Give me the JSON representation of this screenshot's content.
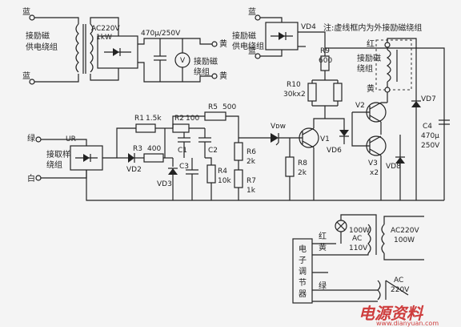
{
  "labels": {
    "blue": "蓝",
    "yellow": "黄",
    "red": "红",
    "green": "绿",
    "white": "白",
    "ac220v_1kw": "AC220V",
    "ac220v_1kw_b": "1kW",
    "supply_winding": "接励磁",
    "supply_winding_b": "供电绕组",
    "cap_470_250": "470μ/250V",
    "voltmeter": "V",
    "excitation_winding": "接励磁",
    "excitation_winding_b": "绕组",
    "supply_winding2": "接励磁",
    "supply_winding2_b": "供电绕组",
    "vd4": "VD4",
    "note": "注:虚线框内为外接励磁绕组",
    "ext_winding_red": "红",
    "ext_winding": "接励磁",
    "ext_winding_b": "绕组",
    "ext_winding_yellow": "黄",
    "r9": "R9",
    "r9_val": "600",
    "r10": "R10",
    "r10_val": "30kx2",
    "v2": "V2",
    "vd7": "VD7",
    "c4": "C4",
    "c4_val": "470μ",
    "c4_volt": "250V",
    "ur": "UR",
    "r1": "R1",
    "r1_val": "1.5k",
    "r2": "R2",
    "r2_val": "100",
    "r5": "R5",
    "r5_val": "500",
    "vdw": "Vᴅᴡ",
    "sampling_winding": "接取样",
    "sampling_winding_b": "绕组",
    "r3": "R3",
    "r3_val": "400",
    "c1": "C1",
    "c2": "C2",
    "vd2": "VD2",
    "r6": "R6",
    "r6_val": "2k",
    "r7": "R7",
    "r7_val": "1k",
    "v1": "V1",
    "vd6": "VD6",
    "v3": "V3",
    "v3_val": "x2",
    "vd8": "VD8",
    "r8": "R8",
    "r8_val": "2k",
    "vd3": "VD3",
    "c3": "C3",
    "r4": "R4",
    "r4_val": "10k",
    "regulator": "电子调节器",
    "lamp_val": "100W",
    "ac110v": "AC",
    "ac110v_b": "110V",
    "ac220v_100w": "AC220V",
    "ac220v_100w_b": "100W",
    "ac220v_bot": "AC",
    "ac220v_bot_b": "220V",
    "watermark": "电源资料",
    "watermark_sub": "www.dianyuan.com"
  },
  "colors": {
    "ink": "#222222",
    "paper": "#f4f4f4",
    "watermark": "#c81e1e"
  }
}
